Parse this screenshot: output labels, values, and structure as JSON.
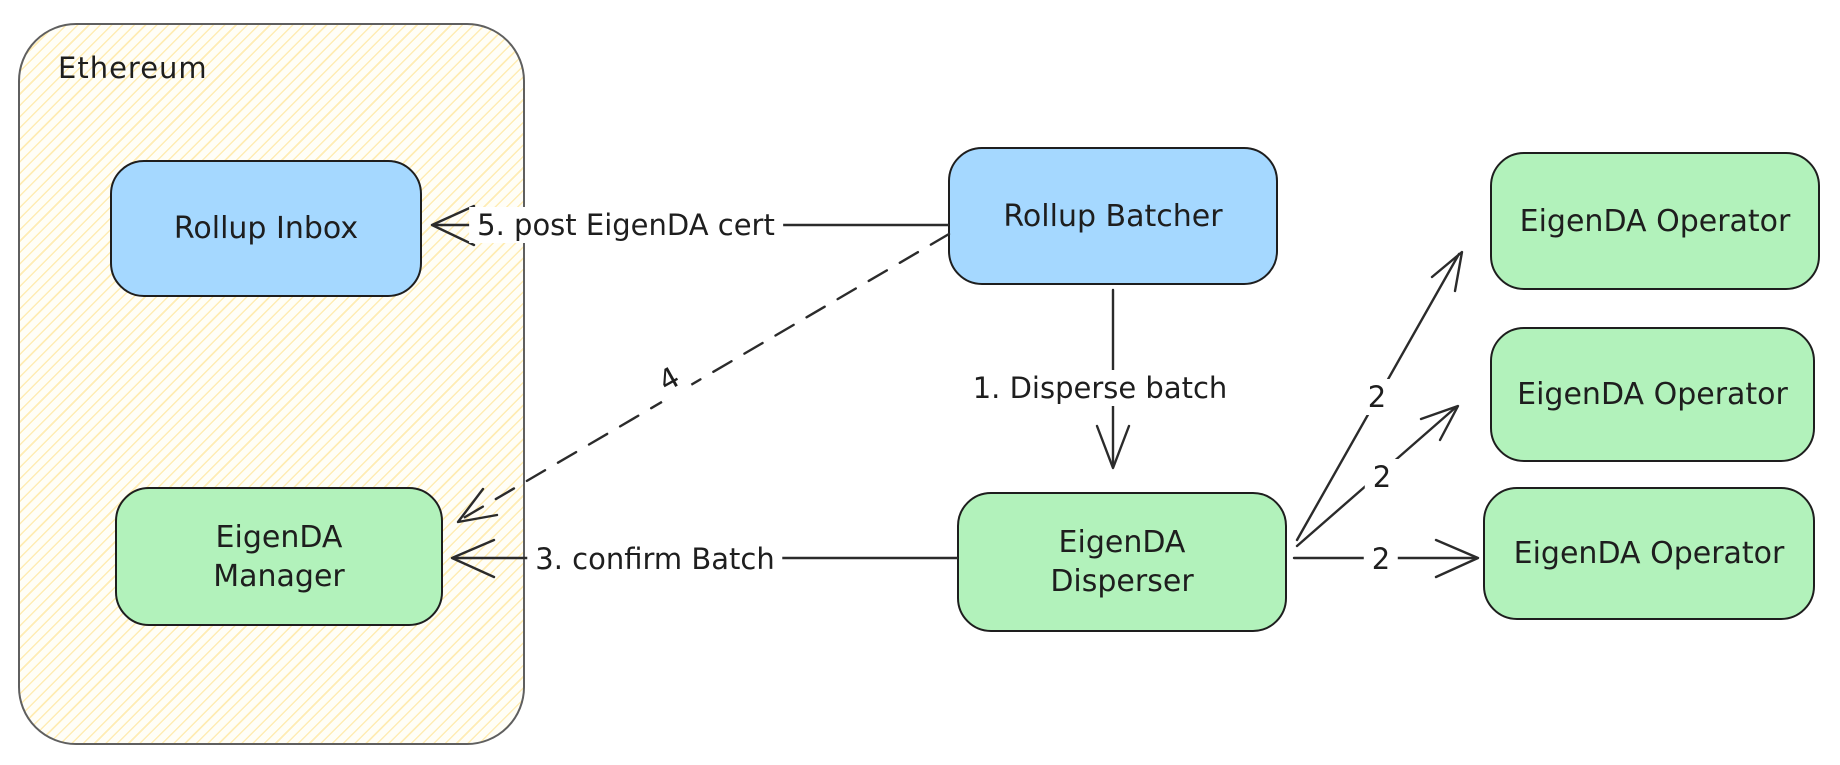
{
  "container": {
    "label": "Ethereum"
  },
  "nodes": {
    "rollup_inbox": {
      "label": "Rollup Inbox",
      "color": "#a5d8ff"
    },
    "eigenda_manager": {
      "label": "EigenDA Manager",
      "color": "#b2f2bb"
    },
    "rollup_batcher": {
      "label": "Rollup Batcher",
      "color": "#a5d8ff"
    },
    "eigenda_disperser": {
      "label": "EigenDA Disperser",
      "color": "#b2f2bb"
    },
    "operator1": {
      "label": "EigenDA Operator",
      "color": "#b2f2bb"
    },
    "operator2": {
      "label": "EigenDA Operator",
      "color": "#b2f2bb"
    },
    "operator3": {
      "label": "EigenDA Operator",
      "color": "#b2f2bb"
    }
  },
  "edges": {
    "post_cert": {
      "label": "5. post EigenDA cert",
      "from": "rollup_batcher",
      "to": "rollup_inbox",
      "style": "solid"
    },
    "step4": {
      "label": "4",
      "from": "rollup_batcher",
      "to": "eigenda_manager",
      "style": "dashed"
    },
    "disperse": {
      "label": "1. Disperse batch",
      "from": "rollup_batcher",
      "to": "eigenda_disperser",
      "style": "solid"
    },
    "confirm": {
      "label": "3. confirm Batch",
      "from": "eigenda_disperser",
      "to": "eigenda_manager",
      "style": "solid"
    },
    "to_operator1": {
      "label": "2",
      "from": "eigenda_disperser",
      "to": "operator1",
      "style": "solid"
    },
    "to_operator2": {
      "label": "2",
      "from": "eigenda_disperser",
      "to": "operator2",
      "style": "solid"
    },
    "to_operator3": {
      "label": "2",
      "from": "eigenda_disperser",
      "to": "operator3",
      "style": "solid"
    }
  },
  "colors": {
    "node_blue": "#a5d8ff",
    "node_green": "#b2f2bb",
    "stroke": "#1e1e1e",
    "container_border": "#5f5f5f",
    "hatch_yellow": "#ffe07d"
  }
}
